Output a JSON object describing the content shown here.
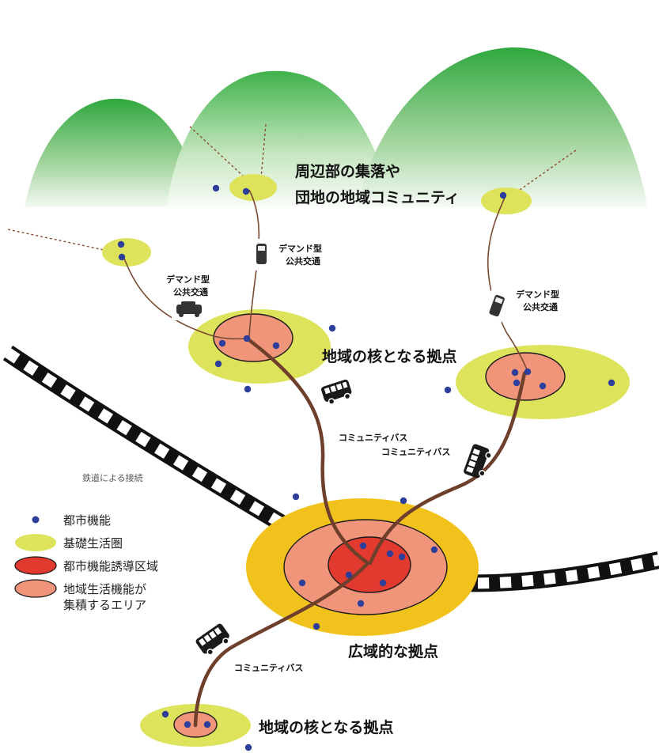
{
  "labels": {
    "peripheral_line1": "周辺部の集落や",
    "peripheral_line2": "団地の地域コミュニティ",
    "demand_transit_line1": "デマンド型",
    "demand_transit_line2": "公共交通",
    "local_hub": "地域の核となる拠点",
    "wide_hub": "広域的な拠点",
    "community_bus": "コミュニティバス",
    "rail_connection": "鉄道による接続"
  },
  "legend": [
    {
      "text": "都市機能",
      "symbol": "blue-dot",
      "color": "#2d3f9a"
    },
    {
      "text": "基礎生活圏",
      "symbol": "yellow-ellipse",
      "color": "#dde35b"
    },
    {
      "text": "都市機能誘導区域",
      "symbol": "red-ellipse",
      "color": "#e23a2f"
    },
    {
      "text": "地域生活機能が",
      "text2": "集積するエリア",
      "symbol": "salmon-ellipse",
      "color": "#f0947a"
    }
  ],
  "colors": {
    "mountain": "#3cae48",
    "basic_area": "#dde35b",
    "wide_area": "#f2c21c",
    "collect_area": "#f0947a",
    "induction_area": "#e23a2f",
    "city_function": "#2d3f9a",
    "route": "#7a4a32"
  },
  "icons": {
    "bus": "bus-icon",
    "car": "car-icon",
    "train": "railway-track"
  }
}
